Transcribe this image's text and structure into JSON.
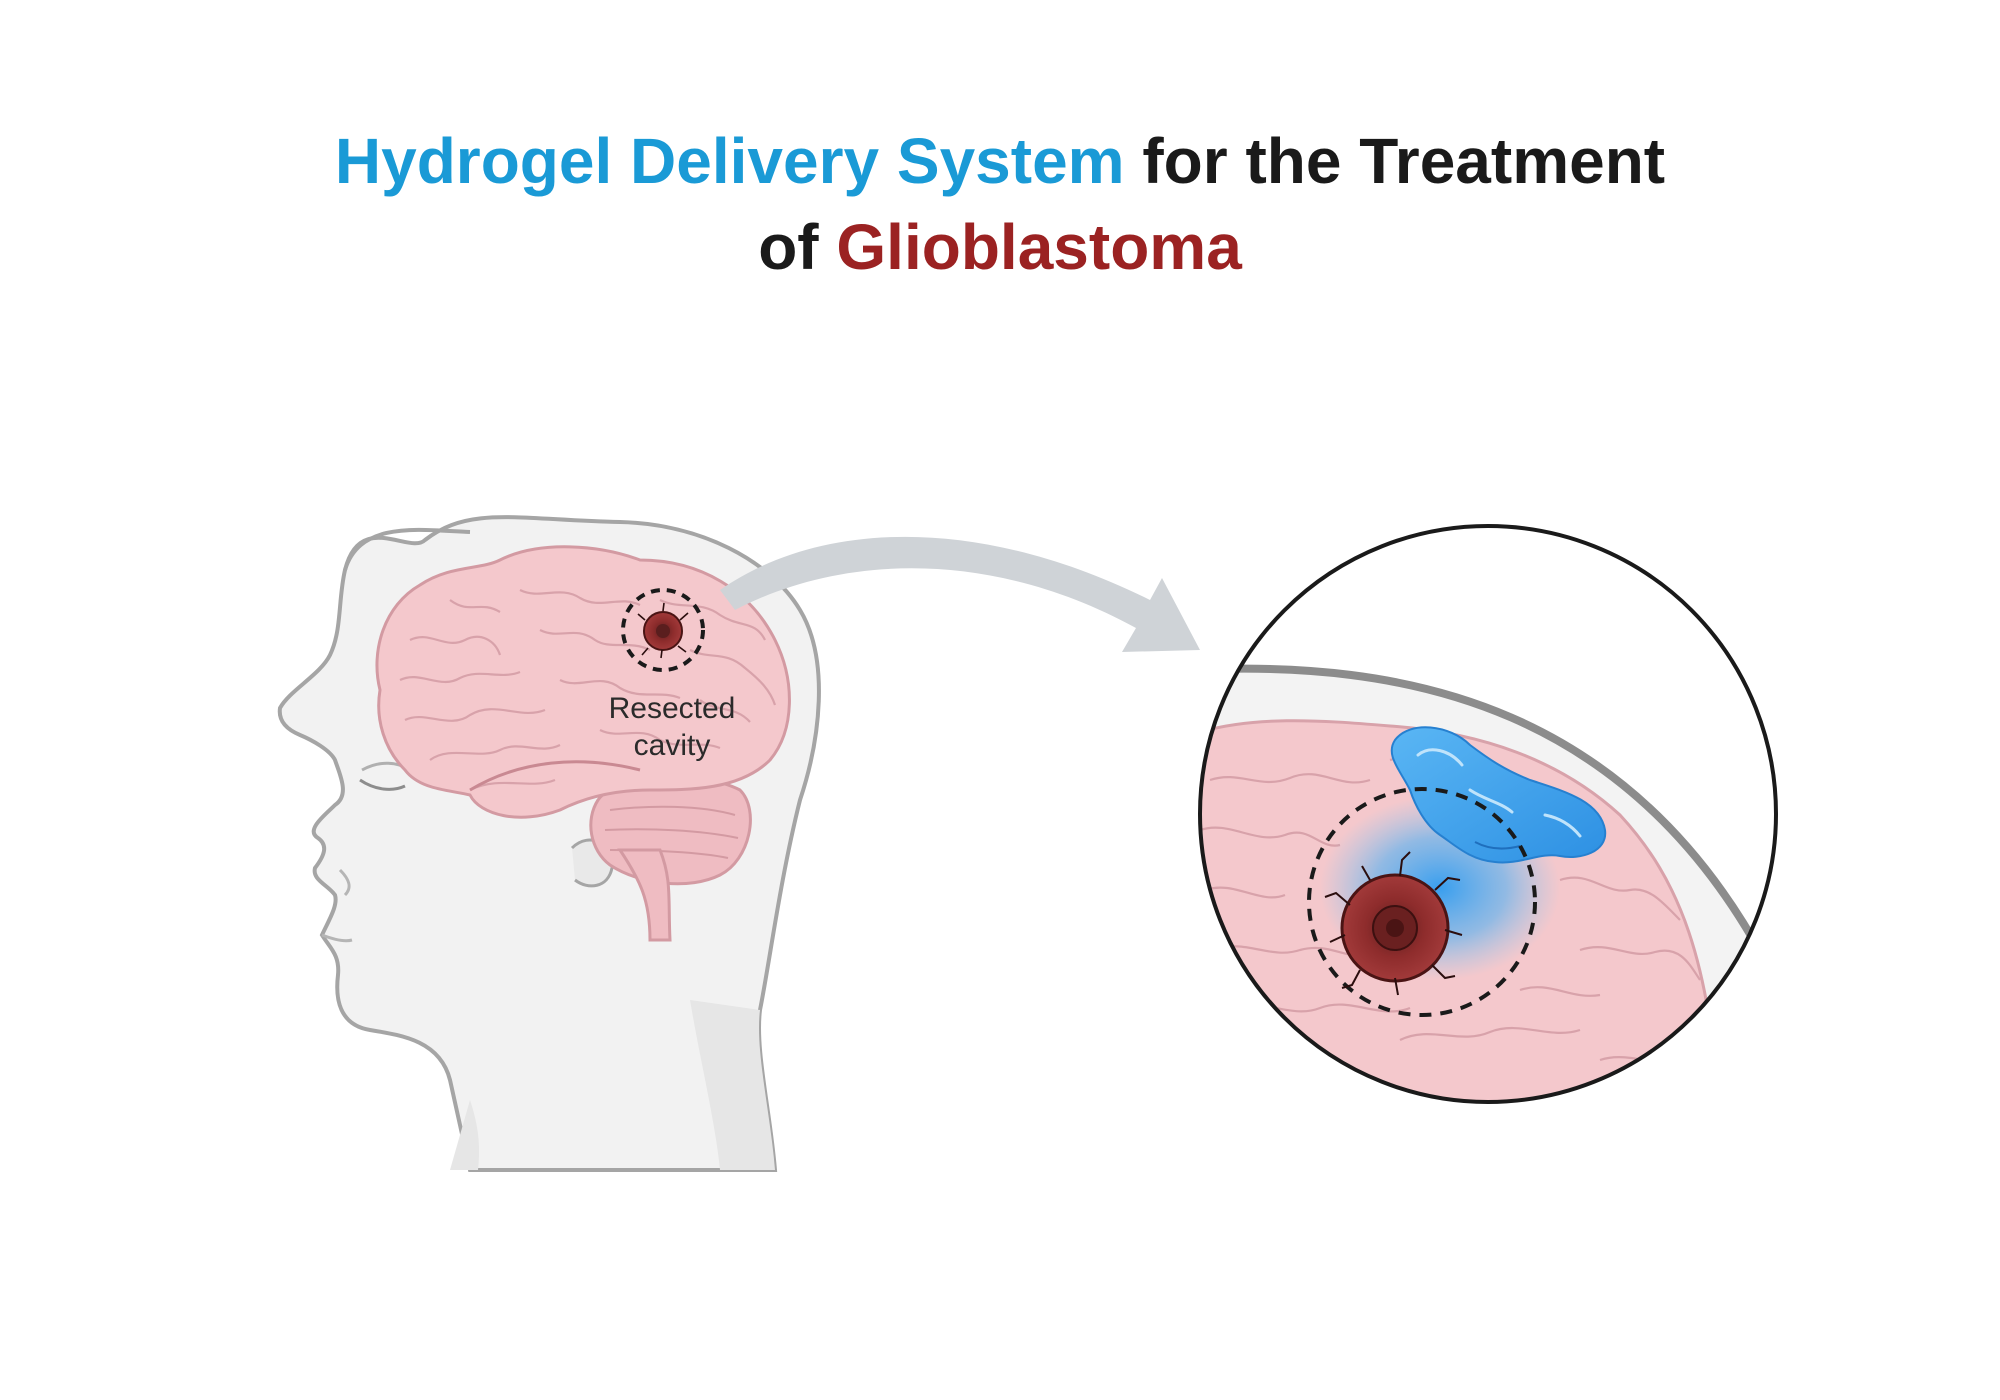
{
  "title": {
    "part1": "Hydrogel Delivery System",
    "part2": " for the Treatment",
    "part3": "of ",
    "part4": "Glioblastoma"
  },
  "labels": {
    "resected_line1": "Resected",
    "resected_line2": "cavity"
  },
  "colors": {
    "title_blue": "#1a9ad6",
    "title_red": "#9b2222",
    "title_dark": "#1a1a1a",
    "brain_pink": "#f4c8cc",
    "tumor_red": "#8e2c2c",
    "hydrogel_blue": "#3aa3ee",
    "arrow_gray": "#cfd3d7"
  },
  "icons": [
    "head-profile-icon",
    "brain-icon",
    "tumor-icon",
    "arrow-icon",
    "hydrogel-icon"
  ]
}
